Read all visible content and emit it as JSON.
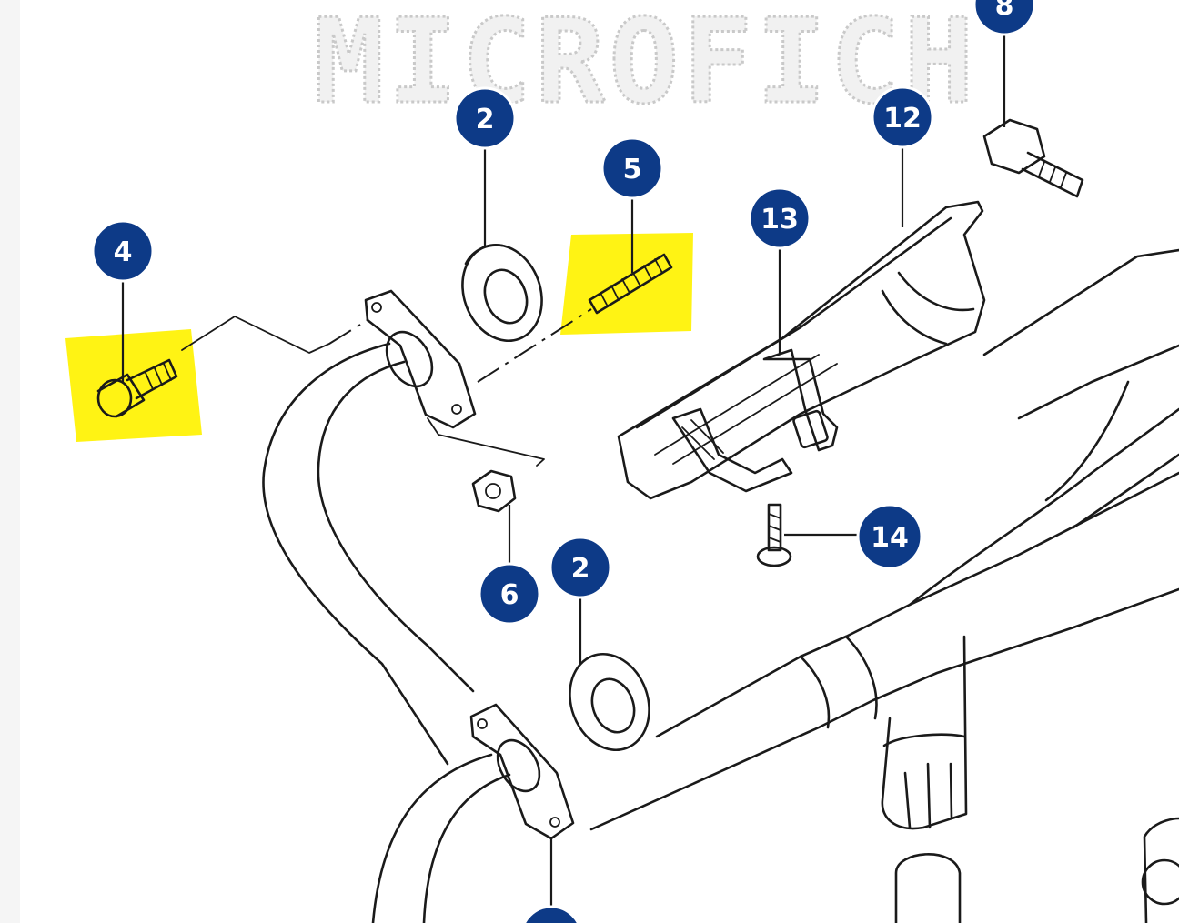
{
  "watermark": "MICROFICH",
  "colors": {
    "callout_fill": "#0d3a87",
    "callout_text": "#ffffff",
    "highlight": "#fff200",
    "line": "#1a1a1a"
  },
  "callouts": [
    {
      "id": "c2a",
      "label": "2"
    },
    {
      "id": "c2b",
      "label": "2"
    },
    {
      "id": "c4",
      "label": "4"
    },
    {
      "id": "c5",
      "label": "5"
    },
    {
      "id": "c6",
      "label": "6"
    },
    {
      "id": "c8",
      "label": "8"
    },
    {
      "id": "c12",
      "label": "12"
    },
    {
      "id": "c13",
      "label": "13"
    },
    {
      "id": "c14",
      "label": "14"
    },
    {
      "id": "cbottom",
      "label": ""
    }
  ],
  "highlighted_parts": [
    "4",
    "5"
  ]
}
